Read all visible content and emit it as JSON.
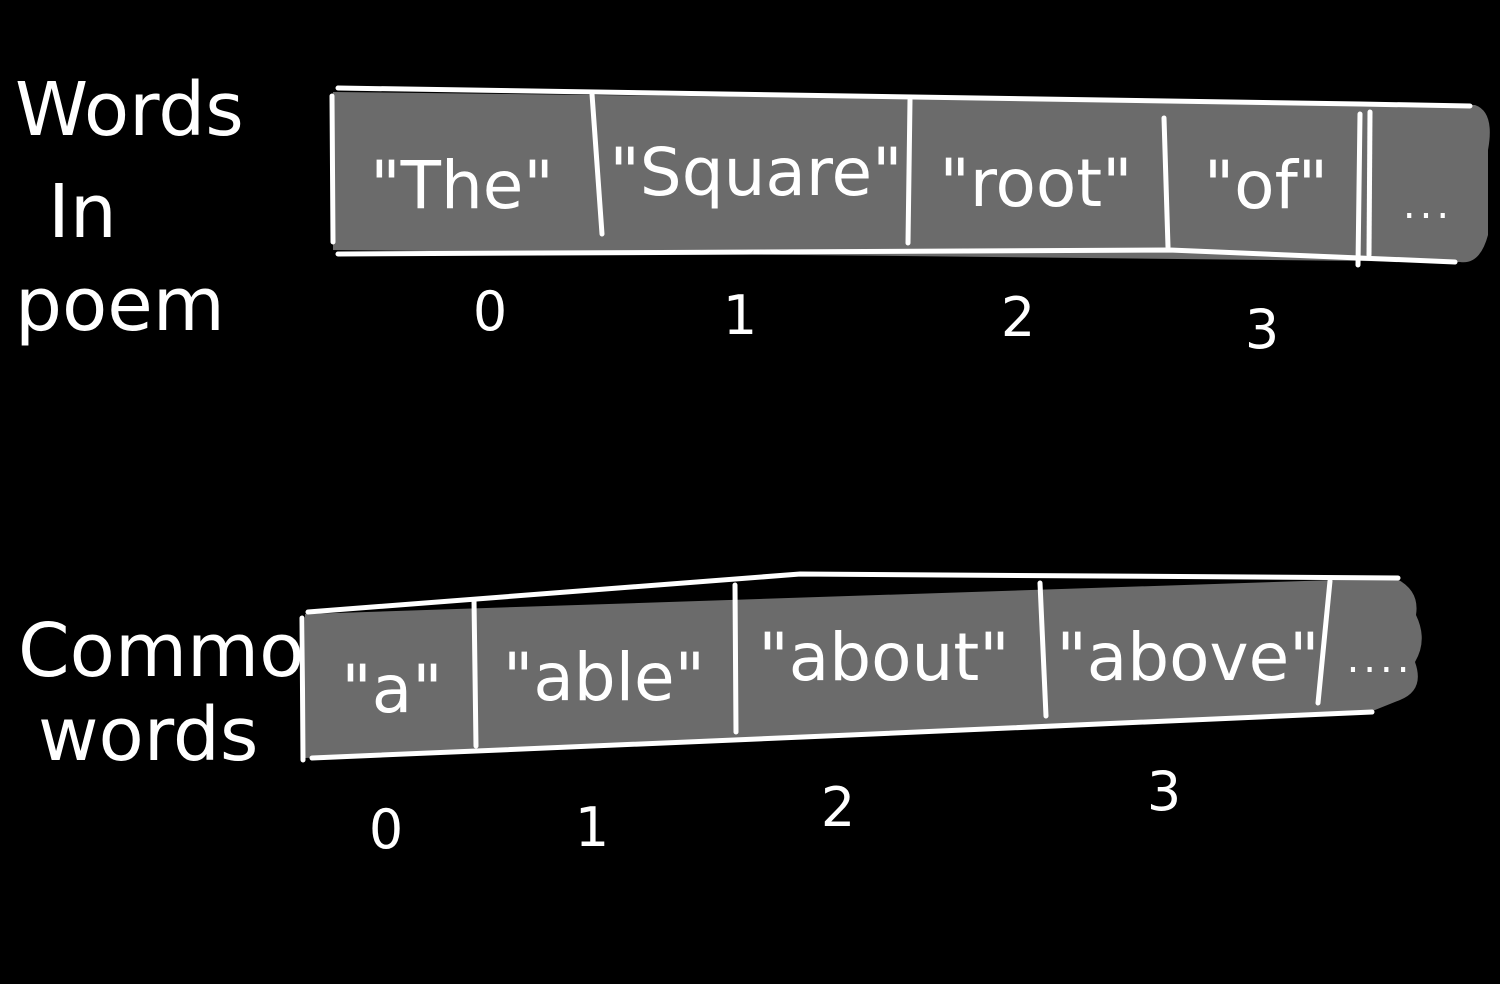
{
  "arrays": [
    {
      "label_lines": [
        "Words",
        "In",
        "poem"
      ],
      "cells": [
        "\"The\"",
        "\"Square\"",
        "\"root\"",
        "\"of\""
      ],
      "ellipsis": "...",
      "indices": [
        "0",
        "1",
        "2",
        "3"
      ]
    },
    {
      "label_lines": [
        "Common",
        "words"
      ],
      "cells": [
        "\"a\"",
        "\"able\"",
        "\"about\"",
        "\"above\""
      ],
      "ellipsis": "....",
      "indices": [
        "0",
        "1",
        "2",
        "3"
      ]
    }
  ],
  "colors": {
    "background": "#000000",
    "cell_fill": "#6b6b6b",
    "ink": "#ffffff"
  }
}
